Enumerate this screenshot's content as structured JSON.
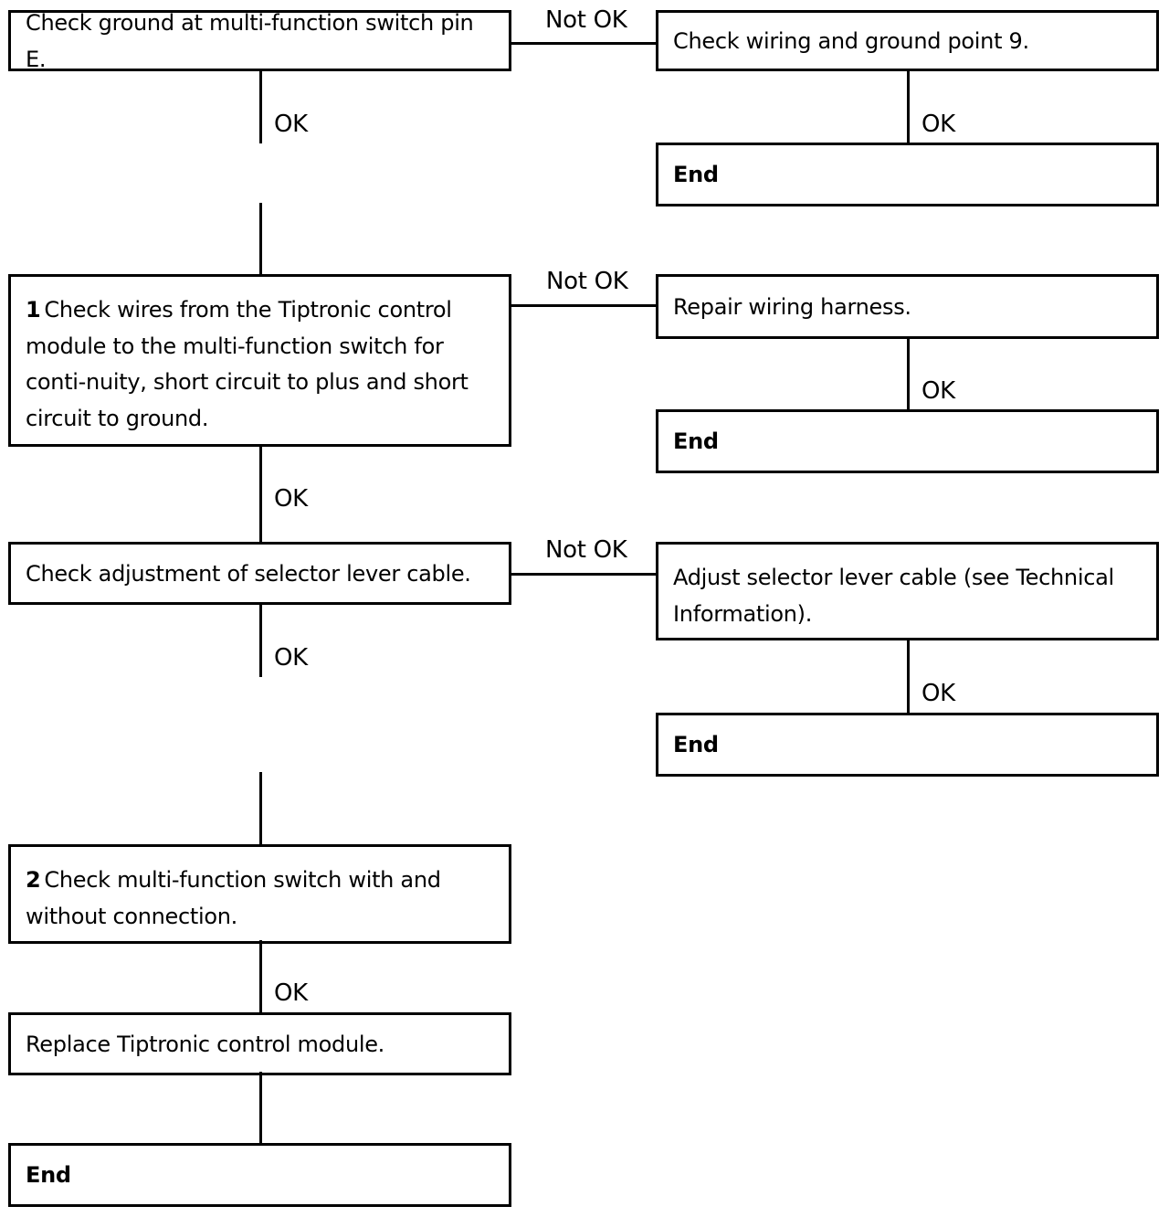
{
  "flowchart": {
    "left": {
      "step1": "Check ground at multi-function switch pin E.",
      "step2_num": "1",
      "step2": "Check wires from the Tiptronic control module to the multi-function switch for conti-nuity, short circuit to plus and short circuit to ground.",
      "step3": "Check adjustment of selector lever cable.",
      "step4_num": "2",
      "step4": "Check multi-function switch with and without connection.",
      "step5": "Replace Tiptronic control module.",
      "end": "End"
    },
    "right": {
      "action1": "Check wiring and ground point 9.",
      "end1": "End",
      "action2": "Repair wiring harness.",
      "end2": "End",
      "action3": "Adjust selector lever cable (see Technical Information).",
      "end3": "End"
    },
    "labels": {
      "ok": "OK",
      "not_ok": "Not OK"
    }
  }
}
